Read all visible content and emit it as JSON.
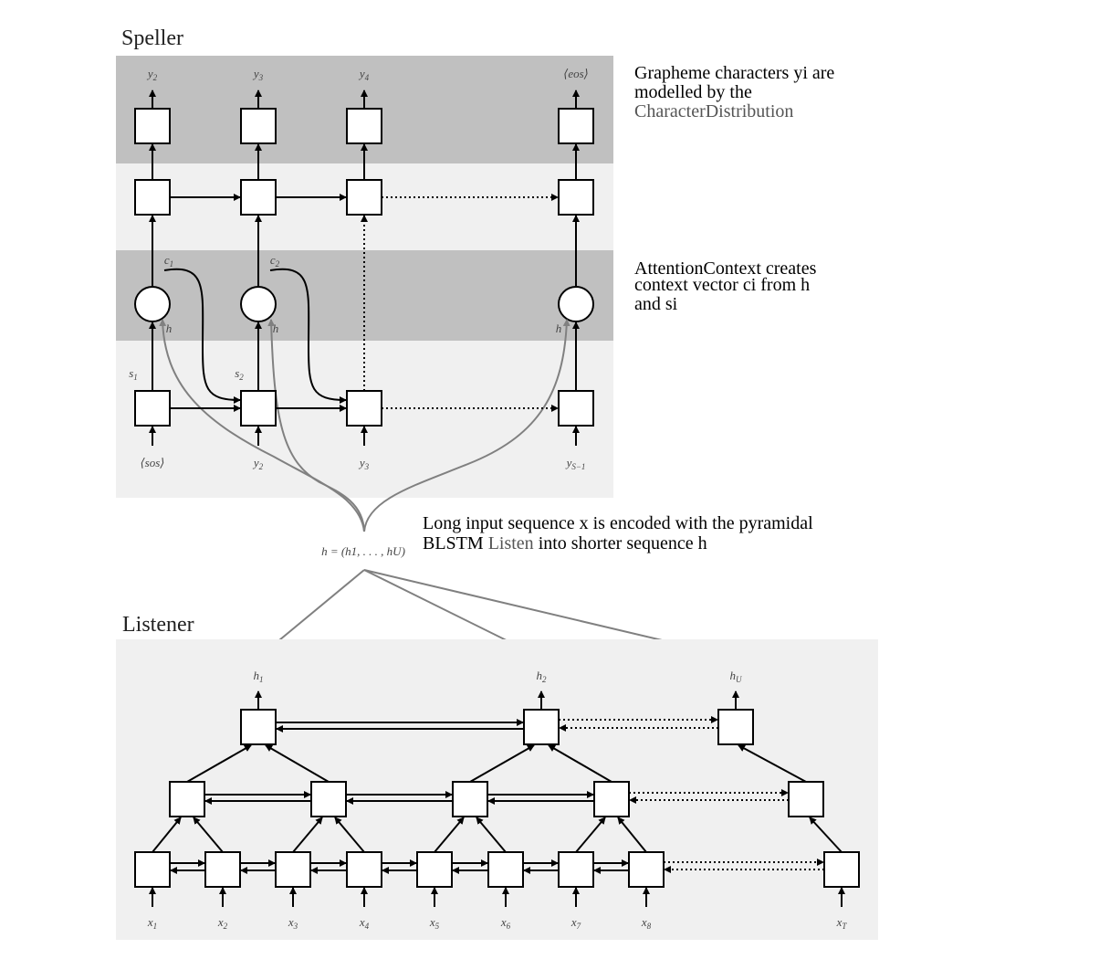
{
  "speller": {
    "title": "Speller",
    "outputs": [
      "y",
      "y",
      "y",
      "⟨eos⟩"
    ],
    "outputs_sub": [
      "2",
      "3",
      "4",
      ""
    ],
    "inputs": [
      "⟨sos⟩",
      "y",
      "y",
      "y"
    ],
    "inputs_sub": [
      "",
      "2",
      "3",
      "S−1"
    ],
    "contexts": [
      "c",
      "c"
    ],
    "contexts_sub": [
      "1",
      "2"
    ],
    "states": [
      "s",
      "s"
    ],
    "states_sub": [
      "1",
      "2"
    ],
    "h_label": "h"
  },
  "listener": {
    "title": "Listener",
    "outputs": [
      "h",
      "h",
      "h"
    ],
    "outputs_sub": [
      "1",
      "2",
      "U"
    ],
    "inputs": [
      "x",
      "x",
      "x",
      "x",
      "x",
      "x",
      "x",
      "x",
      "x"
    ],
    "inputs_sub": [
      "1",
      "2",
      "3",
      "4",
      "5",
      "6",
      "7",
      "8",
      "T"
    ]
  },
  "h_sequence": "h = (h1, . . . , hU)",
  "annotations": {
    "char_dist": {
      "line1": "Grapheme characters yi are",
      "line2": "modelled by the",
      "line3": "CharacterDistribution"
    },
    "attention": {
      "line1": "AttentionContext creates",
      "line2": "context vector ci from h",
      "line3": "and si"
    },
    "listen": {
      "line1": "Long input sequence x is encoded with the pyramidal",
      "line2_a": "BLSTM",
      "line2_b": "Listen",
      "line2_c": "into shorter sequence h"
    }
  },
  "colors": {
    "band_dark": "#c0c0c0",
    "band_light": "#f0f0f0",
    "arrow_gray": "#808080"
  }
}
